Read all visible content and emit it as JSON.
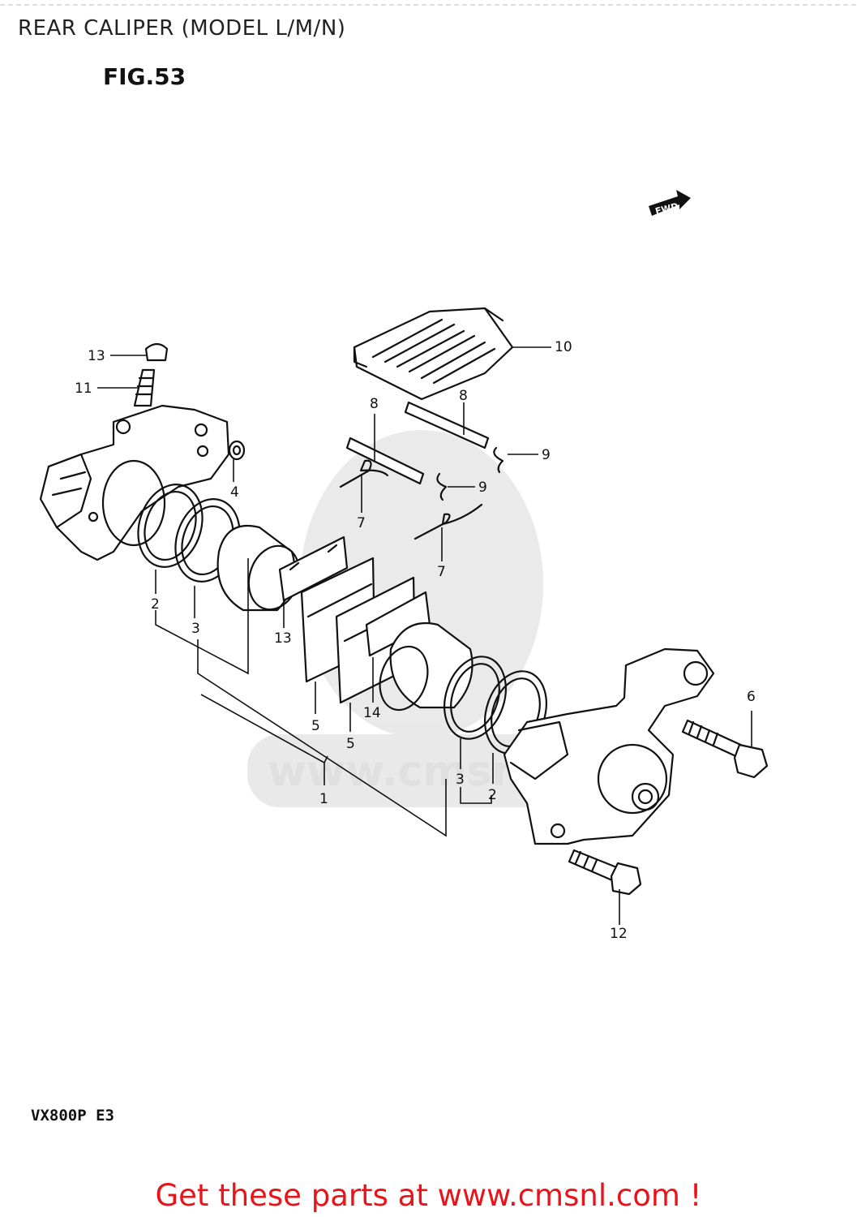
{
  "header": {
    "title": "REAR CALIPER (MODEL L/M/N)",
    "figure": "FIG.53"
  },
  "diagram": {
    "fwd_arrow_text": "FWD",
    "watermark_text": "www.cmsnl.com",
    "callouts": [
      "1",
      "2",
      "2",
      "3",
      "3",
      "4",
      "5",
      "5",
      "6",
      "7",
      "7",
      "8",
      "8",
      "9",
      "9",
      "10",
      "11",
      "12",
      "13",
      "13",
      "14"
    ]
  },
  "footer": {
    "model_code": "VX800P E3",
    "cta": "Get these parts at www.cmsnl.com !"
  }
}
